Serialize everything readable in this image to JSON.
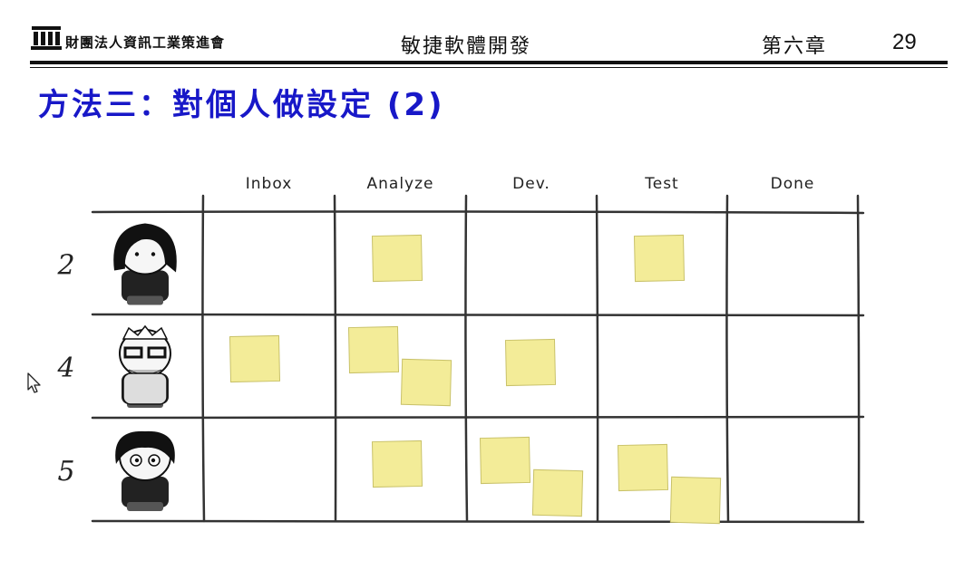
{
  "header": {
    "org_name": "財團法人資訊工業策進會",
    "course": "敏捷軟體開發",
    "chapter": "第六章",
    "page_number": "29"
  },
  "slide": {
    "title": "方法三：對個人做設定 (2)"
  },
  "board": {
    "columns": [
      "Inbox",
      "Analyze",
      "Dev.",
      "Test",
      "Done"
    ],
    "rows": [
      {
        "label": "2",
        "avatar": "gothic-girl-avatar-icon",
        "cards_per_column": [
          0,
          1,
          0,
          1,
          0
        ]
      },
      {
        "label": "4",
        "avatar": "bearded-man-with-glasses-avatar-icon",
        "cards_per_column": [
          1,
          2,
          1,
          0,
          0
        ]
      },
      {
        "label": "5",
        "avatar": "shaggy-hair-boy-avatar-icon",
        "cards_per_column": [
          0,
          1,
          2,
          2,
          0
        ]
      }
    ],
    "sticky_color": "#f3ec98"
  },
  "colors": {
    "title": "#1818c8",
    "text": "#111111"
  }
}
